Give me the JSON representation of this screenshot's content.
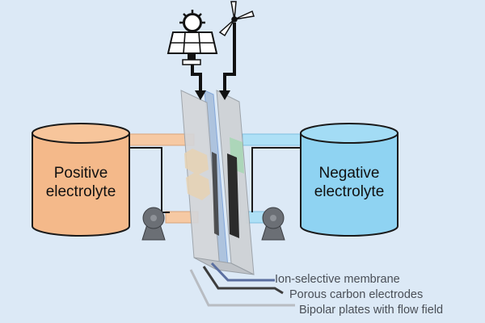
{
  "tanks": {
    "positive": {
      "line1": "Positive",
      "line2": "electrolyte",
      "color": "#f4b98a",
      "stroke": "#1a1a1a"
    },
    "negative": {
      "line1": "Negative",
      "line2": "electrolyte",
      "color": "#8fd3f2",
      "stroke": "#1a1a1a"
    }
  },
  "callouts": {
    "membrane": "Ion-selective membrane",
    "electrodes": "Porous carbon electrodes",
    "plates": "Bipolar plates with flow field"
  },
  "colors": {
    "background": "#dce9f6",
    "positive_pipe": "#f6c9a3",
    "negative_pipe": "#aee0f6",
    "pump": "#6b6f75",
    "stack_plate": "#c9ccd0",
    "electrode_dark": "#2b2b2b",
    "membrane": "#7aa0d8",
    "power_line": "#111111"
  },
  "icons": {
    "solar_panel": "solar-panel-icon",
    "sun": "sun-icon",
    "wind_turbine": "wind-turbine-icon",
    "pump": "pump-icon"
  }
}
